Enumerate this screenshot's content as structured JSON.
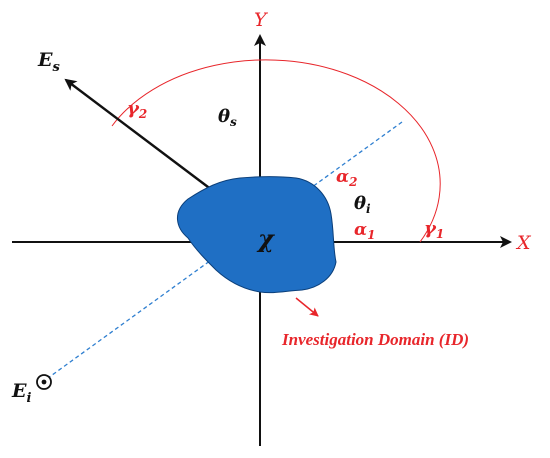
{
  "diagram": {
    "axes": {
      "x_label": "X",
      "y_label": "Y"
    },
    "vectors": {
      "scattered_label": "E",
      "scattered_sub": "s",
      "incident_label": "E",
      "incident_sub": "i"
    },
    "object": {
      "label": "χ"
    },
    "angles": {
      "gamma1": "γ",
      "gamma1_sub": "1",
      "gamma2": "γ",
      "gamma2_sub": "2",
      "theta_s": "θ",
      "theta_s_sub": "s",
      "theta_i": "θ",
      "theta_i_sub": "i",
      "alpha1": "α",
      "alpha1_sub": "1",
      "alpha2": "α",
      "alpha2_sub": "2"
    },
    "caption": "Investigation Domain (ID)",
    "colors": {
      "axis": "#111111",
      "accent": "#e8262b",
      "object_fill": "#1f6fc4",
      "object_stroke": "#0b3f7a",
      "dashed_line": "#2f7fd0"
    }
  }
}
